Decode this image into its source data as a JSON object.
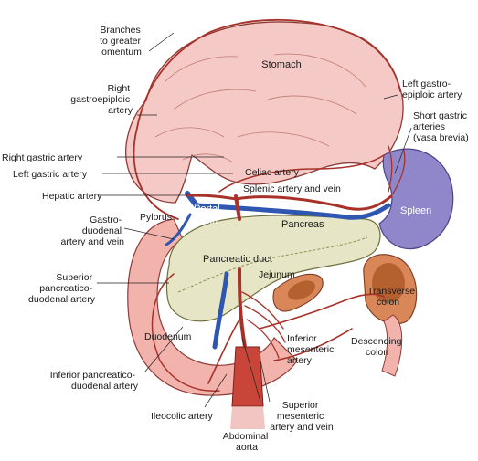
{
  "colors": {
    "artery": "#a8322a",
    "vein": "#2f56b0",
    "stomach_fill": "#f4c9c6",
    "stomach_stroke": "#8e3b36",
    "pancreas_fill": "#e6e6c6",
    "spleen_fill": "#8f87c9",
    "intestine_fill": "#f2b3ac",
    "colon_fill": "#d98758",
    "aorta_fill": "#c9453a"
  },
  "labels": {
    "branches_greater_omentum": [
      "Branches",
      "to greater",
      "omentum"
    ],
    "stomach": "Stomach",
    "right_gastroepiploic": [
      "Right",
      "gastroepiploic",
      "artery"
    ],
    "left_gastroepiploic": [
      "Left gastro-",
      "epiploic artery"
    ],
    "short_gastric": [
      "Short gastric",
      "arteries",
      "(vasa brevia)"
    ],
    "right_gastric": "Right gastric artery",
    "left_gastric": "Left gastric artery",
    "celiac": "Celiac artery",
    "splenic": "Splenic artery and vein",
    "hepatic": "Hepatic artery",
    "pylorus": "Pylorus",
    "portal_vein": [
      "Portal",
      "vein"
    ],
    "pancreas": "Pancreas",
    "spleen": "Spleen",
    "gastroduodenal": [
      "Gastro-",
      "duodenal",
      "artery and vein"
    ],
    "pancreatic_duct": "Pancreatic duct",
    "jejunum": "Jejunum",
    "transverse_colon": [
      "Transverse",
      "colon"
    ],
    "superior_pancreaticoduodenal": [
      "Superior",
      "pancreatico-",
      "duodenal artery"
    ],
    "duodenum": "Duodenum",
    "inferior_mesenteric": [
      "Inferior",
      "mesenteric",
      "artery"
    ],
    "descending_colon": [
      "Descending",
      "colon"
    ],
    "inferior_pancreaticoduodenal": [
      "Inferior pancreatico-",
      "duodenal artery"
    ],
    "ileocolic": "Ileocolic artery",
    "superior_mesenteric": [
      "Superior",
      "mesenteric",
      "artery and vein"
    ],
    "abdominal_aorta": [
      "Abdominal",
      "aorta"
    ]
  }
}
